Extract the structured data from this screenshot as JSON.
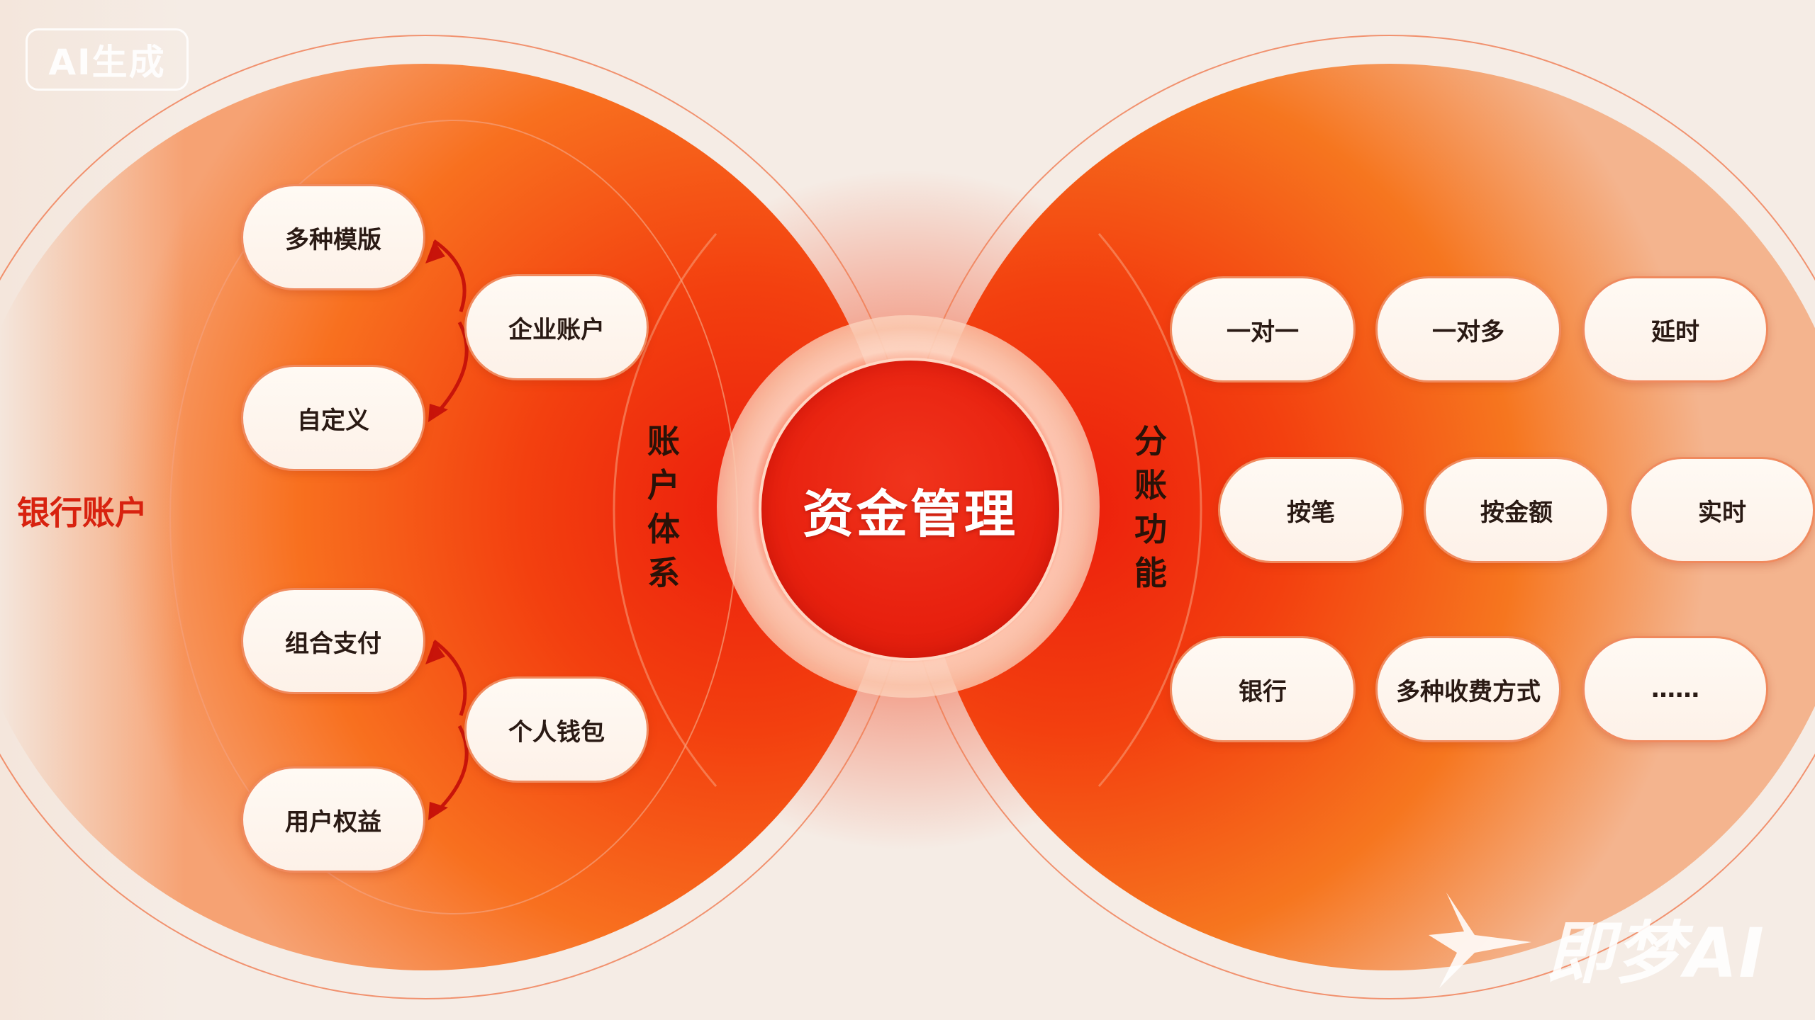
{
  "badge": {
    "text": "AI生成"
  },
  "center": {
    "title": "资金管理"
  },
  "left": {
    "title": "银行账户",
    "vertical_label": [
      "账",
      "户",
      "体",
      "系"
    ],
    "group1": {
      "main": "企业账户",
      "top": "多种模版",
      "bottom": "自定义"
    },
    "group2": {
      "main": "个人钱包",
      "top": "组合支付",
      "bottom": "用户权益"
    }
  },
  "right": {
    "vertical_label": [
      "分",
      "账",
      "功",
      "能"
    ],
    "row1": [
      "一对一",
      "一对多",
      "延时"
    ],
    "row2": [
      "按笔",
      "按金额",
      "实时"
    ],
    "row3": [
      "银行",
      "多种收费方式",
      "……"
    ]
  },
  "watermark": {
    "text": "即梦AI"
  },
  "colors": {
    "accent": "#e8210f",
    "deep_red": "#d8220f",
    "orange": "#f86a1e",
    "pill_border": "#f08a5e",
    "background": "#f5ece4"
  }
}
